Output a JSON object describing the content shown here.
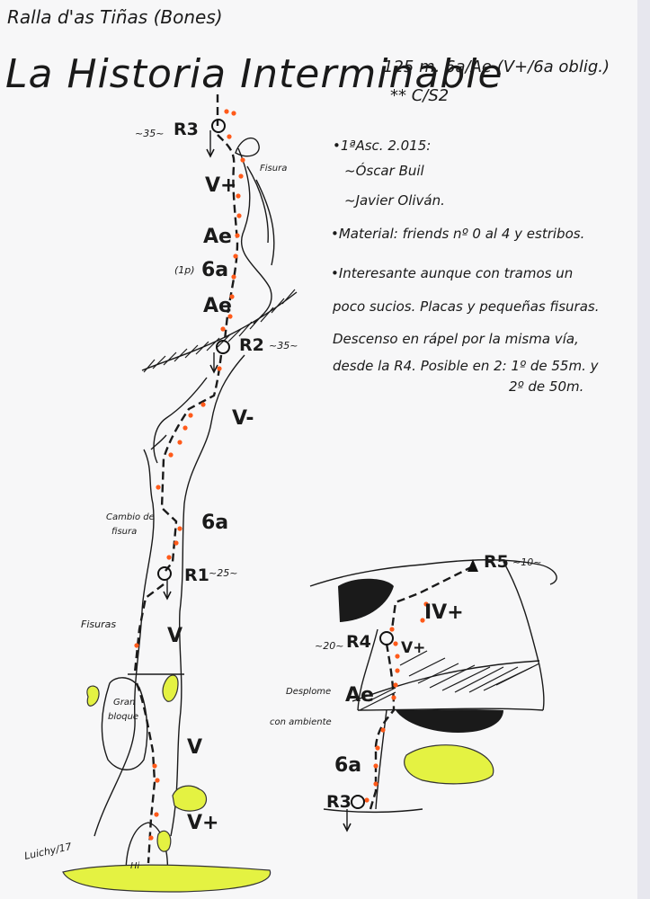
{
  "sector": "Ralla d'as Tiñas (Bones)",
  "title": "La Historia Interminable",
  "stats": {
    "line1": "125 m. 6a/Ae (V+/6a oblig.)",
    "line2": "** C/S2"
  },
  "notes": {
    "first_ascent": "•1ªAsc. 2.015:",
    "climber1": "~Óscar Buil",
    "climber2": "~Javier Oliván.",
    "material": "•Material: friends nº 0 al 4 y estribos.",
    "comment_line1": "•Interesante aunque con tramos un",
    "comment_line2": "poco sucios. Placas y pequeñas fisuras.",
    "descent_line1": "Descenso en rápel por la misma vía,",
    "descent_line2": "desde la R4. Posible en 2: 1º de 55m. y",
    "descent_line3": "2º de 50m."
  },
  "main_topo": {
    "relays": [
      {
        "name": "R3",
        "length": "~35~"
      },
      {
        "name": "R2",
        "length": "~35~"
      },
      {
        "name": "R1",
        "length": "~25~"
      }
    ],
    "grades": [
      "V+",
      "Ae",
      "6a",
      "Ae",
      "V-",
      "6a",
      "V",
      "V",
      "V+"
    ],
    "pitch_note": "(1p)",
    "labels": {
      "fisura": "Fisura",
      "cambio_fisura_1": "Cambio de",
      "cambio_fisura_2": "fisura",
      "fisuras": "Fisuras",
      "gran_bloque_1": "Gran",
      "gran_bloque_2": "bloque",
      "hi": "Hi"
    }
  },
  "detail_topo": {
    "relays": [
      {
        "name": "R5",
        "length": "~10~"
      },
      {
        "name": "R4",
        "length": "~20~"
      },
      {
        "name": "R3",
        "length": ""
      }
    ],
    "grades": [
      "IV+",
      "V+",
      "Ae",
      "6a"
    ],
    "labels": {
      "desplome_1": "Desplome",
      "desplome_2": "con ambiente"
    }
  },
  "signature": "Luichy/17",
  "colors": {
    "bolts": "#ff5a1a",
    "vegetation": "#e4f242",
    "ink": "#1a1a1a"
  }
}
